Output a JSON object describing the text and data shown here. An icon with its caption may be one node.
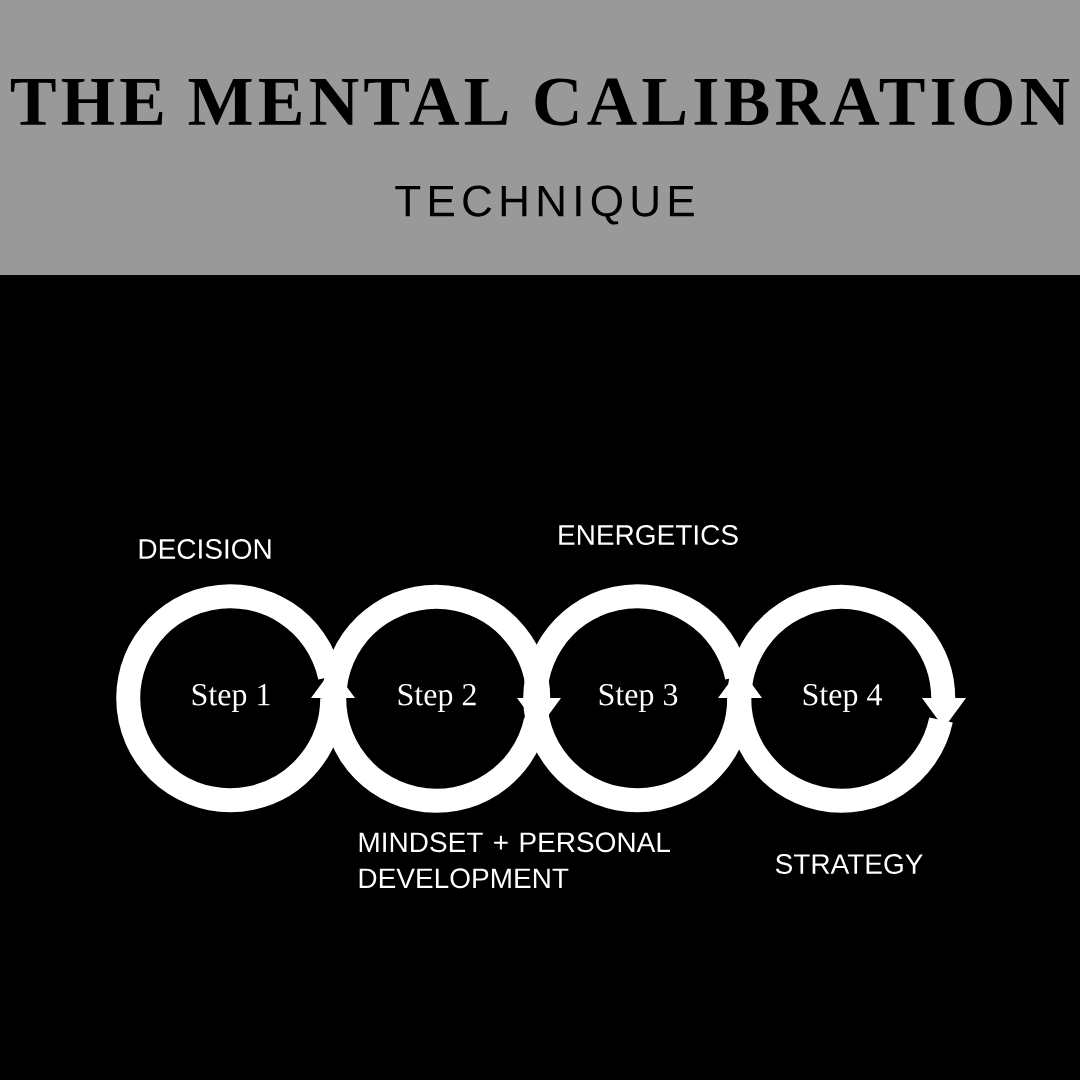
{
  "diagram": {
    "title": "THE MENTAL CALIBRATION",
    "nodes": [
      {
        "text": [
          "Step 1"
        ],
        "beside": [
          "DECISION"
        ]
      },
      {
        "text": [
          "Step 2"
        ],
        "beside": [
          "MINDSET + PERSONAL DEVELOPMENT"
        ]
      },
      {
        "text": [
          "Step 3"
        ],
        "beside": [
          "ENERGETICS"
        ]
      },
      {
        "text": [
          "Step 4"
        ],
        "beside": [
          "STRATEGY"
        ]
      }
    ],
    "labels": [
      "TECHNIQUE"
    ]
  }
}
